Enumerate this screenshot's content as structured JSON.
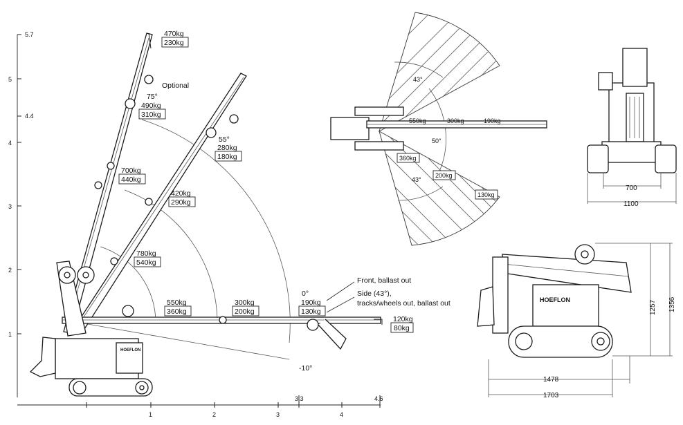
{
  "y_axis_ticks": [
    "5.7",
    "5",
    "4.4",
    "4",
    "3",
    "2",
    "1"
  ],
  "x_axis_ticks": [
    "1",
    "2",
    "3",
    "3.3",
    "4",
    "4.6"
  ],
  "side_view": {
    "loads": {
      "tip_75_top": "470kg",
      "tip_75_boxed": "230kg",
      "optional": "Optional",
      "angle_75": "75°",
      "mid_75_top": "490kg",
      "mid_75_boxed": "310kg",
      "angle_55": "55°",
      "tip_55_top": "280kg",
      "tip_55_boxed": "180kg",
      "l700": "700kg",
      "l440": "440kg",
      "l420": "420kg",
      "l290": "290kg",
      "l780": "780kg",
      "l540": "540kg",
      "l550": "550kg",
      "l360": "360kg",
      "l300": "300kg",
      "l200": "200kg",
      "angle_0": "0°",
      "l190": "190kg",
      "l130": "130kg",
      "l120": "120kg",
      "l80": "80kg",
      "angle_neg10": "-10°"
    },
    "legend_front": "Front, ballast out",
    "legend_side_1": "Side (43°),",
    "legend_side_2": "tracks/wheels out, ballast out"
  },
  "top_view": {
    "angle_43_top": "43°",
    "angle_50": "50°",
    "angle_43_bottom": "43°",
    "l550": "550kg",
    "l300": "300kg",
    "l190": "190kg",
    "l360": "360kg",
    "l200": "200kg",
    "l130": "130kg"
  },
  "front_view": {
    "dim_700": "700",
    "dim_1100": "1100"
  },
  "machine_side_view": {
    "brand": "HOEFLON",
    "dim_1257": "1257",
    "dim_1356": "1356",
    "dim_1478": "1478",
    "dim_1703": "1703"
  },
  "small_brand": "HOEFLON"
}
